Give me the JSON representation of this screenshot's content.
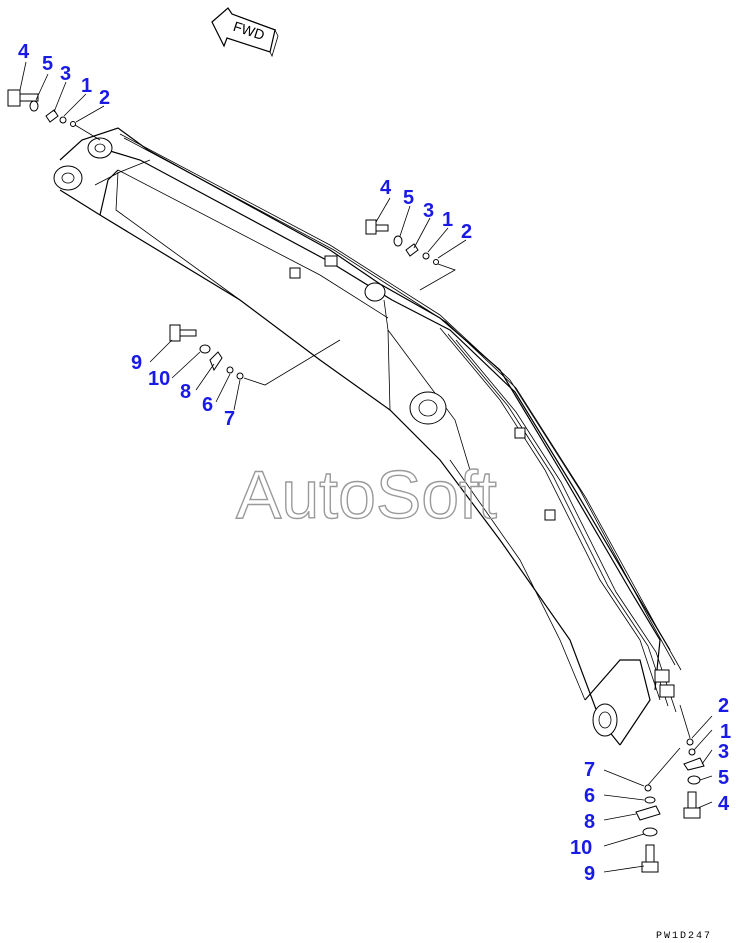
{
  "watermark": "AutoSoft",
  "direction_label": "FWD",
  "drawing_code": "PW1D247",
  "callouts": {
    "group_top_left": [
      "4",
      "5",
      "3",
      "1",
      "2"
    ],
    "group_middle": [
      "4",
      "5",
      "3",
      "1",
      "2"
    ],
    "group_left_lower": [
      "9",
      "10",
      "8",
      "6",
      "7"
    ],
    "group_bottom_right": [
      "2",
      "1",
      "3",
      "5",
      "4"
    ],
    "group_bottom_center": [
      "7",
      "6",
      "8",
      "10",
      "9"
    ]
  },
  "colors": {
    "callout": "#1a1ae6",
    "line": "#000000",
    "watermark": "#9a9a9a"
  }
}
